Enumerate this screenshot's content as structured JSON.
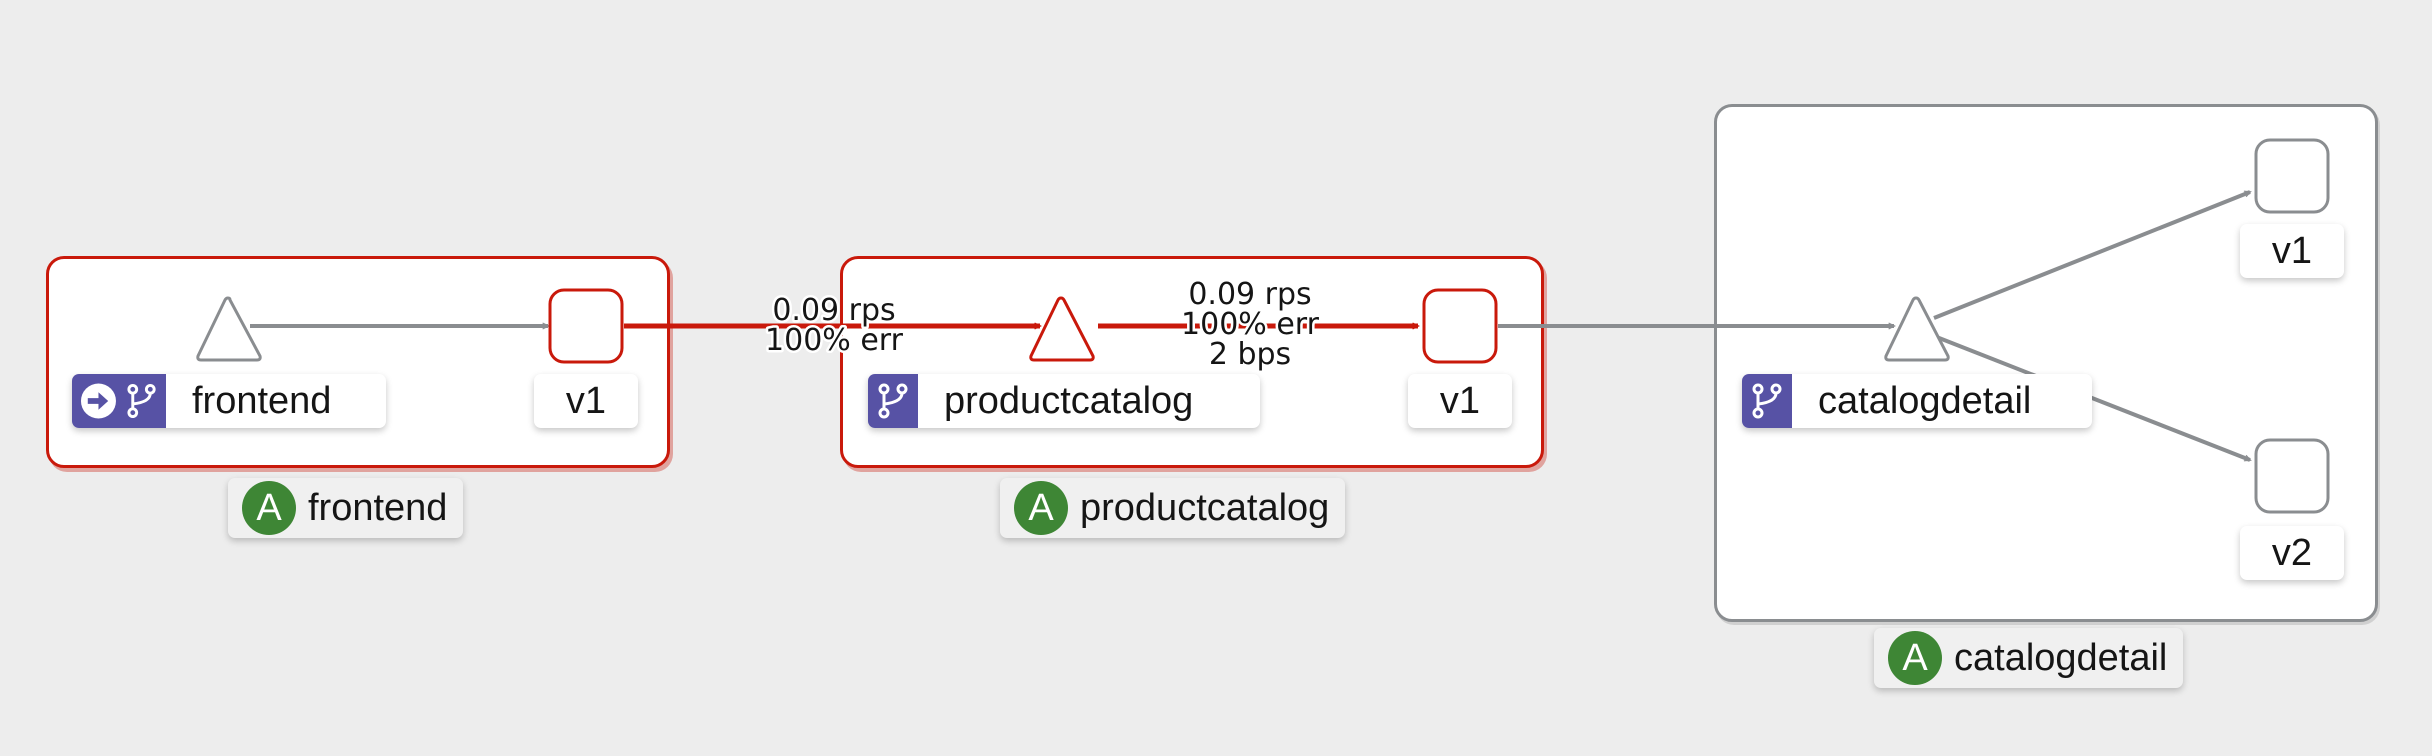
{
  "colors": {
    "error_edge": "#c9190b",
    "normal_edge": "#8a8d90",
    "service_badge": "#5752a5",
    "app_badge": "#3e8635",
    "background": "#ededed"
  },
  "groups": {
    "frontend": {
      "service_label": "frontend",
      "service_icons": [
        "ingress-arrow-icon",
        "virtual-service-branch-icon"
      ],
      "version_label": "v1",
      "app_badge": "A",
      "app_label": "frontend"
    },
    "productcatalog": {
      "service_label": "productcatalog",
      "service_icons": [
        "virtual-service-branch-icon"
      ],
      "version_label": "v1",
      "app_badge": "A",
      "app_label": "productcatalog"
    },
    "catalogdetail": {
      "service_label": "catalogdetail",
      "service_icons": [
        "virtual-service-branch-icon"
      ],
      "version_labels": [
        "v1",
        "v2"
      ],
      "app_badge": "A",
      "app_label": "catalogdetail"
    }
  },
  "edges": {
    "frontend_v1_to_productcatalog": {
      "rate": "0.09 rps",
      "error": "100% err"
    },
    "productcatalog_to_v1": {
      "rate": "0.09 rps",
      "error": "100% err",
      "throughput": "2 bps"
    }
  }
}
